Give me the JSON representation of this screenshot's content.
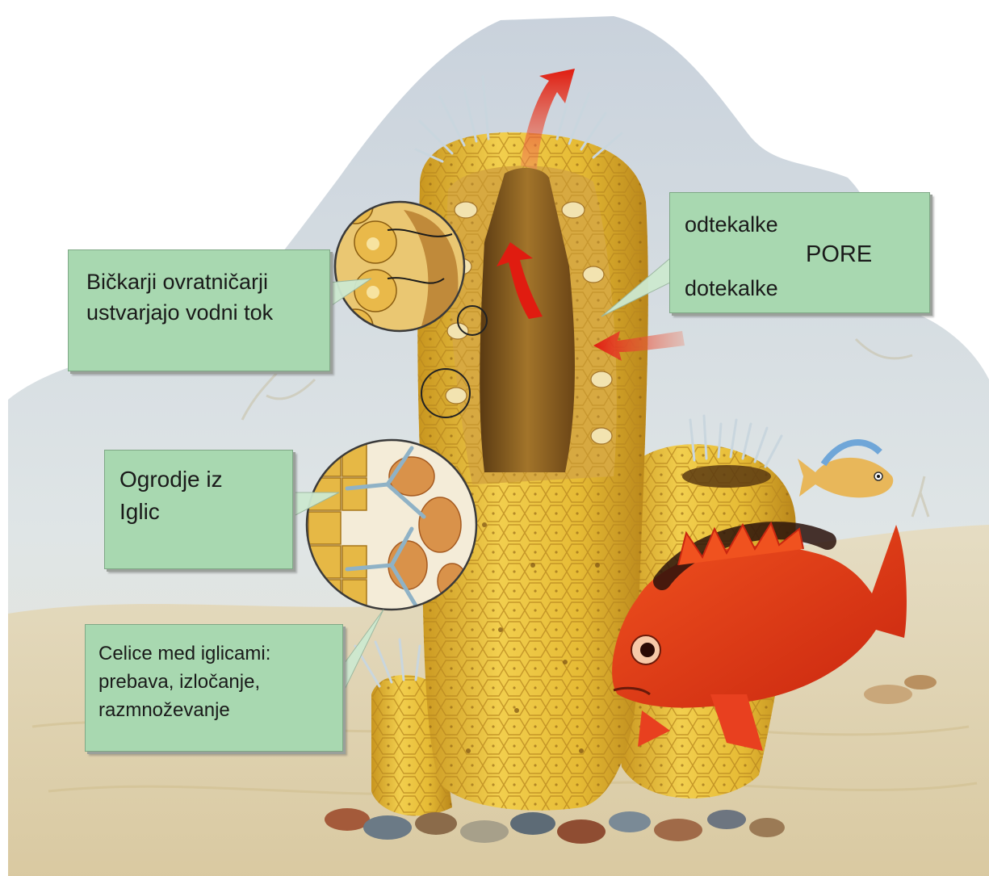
{
  "labels": {
    "choanocytes": {
      "line1": "Bičkarji ovratničarji",
      "line2": "ustvarjajo vodni tok"
    },
    "pores": {
      "line1": "odtekalke",
      "line2": "PORE",
      "line3": "dotekalke"
    },
    "spicules": {
      "line1": "Ogrodje iz",
      "line2": "Iglic"
    },
    "cells": {
      "line1": "Celice med iglicami:",
      "line2": "prebava, izločanje,",
      "line3": "razmnoževanje"
    }
  },
  "colors": {
    "label_box": "#a8d8b0",
    "sponge": "#e2b93b",
    "water_arrow": "#e02a1c",
    "fish": "#e8401f"
  }
}
